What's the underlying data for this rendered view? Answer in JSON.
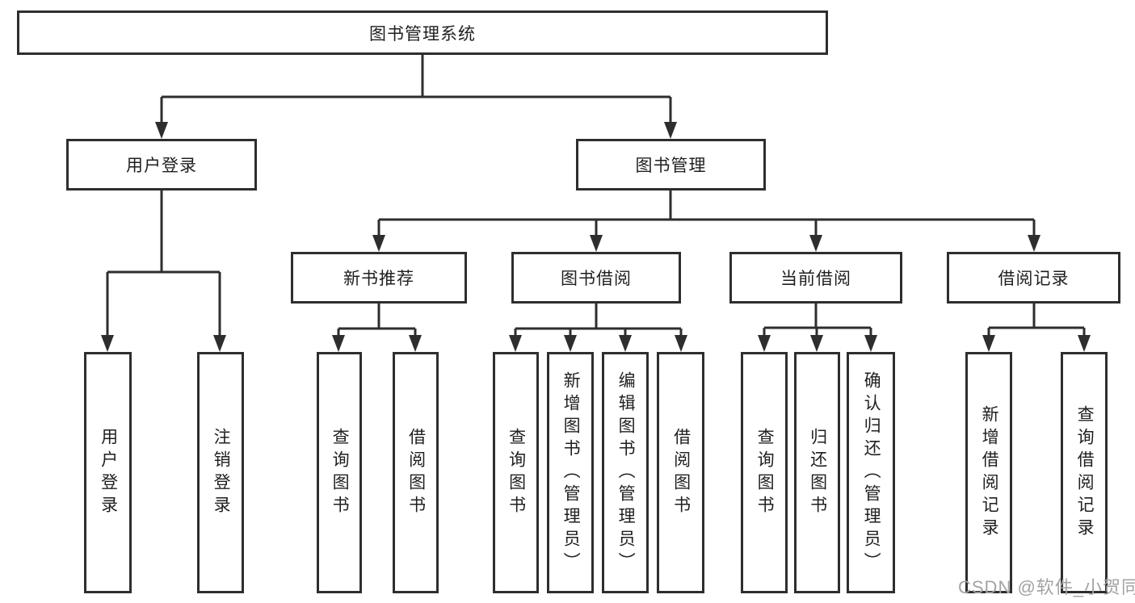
{
  "tree": {
    "label": "图书管理系统",
    "children": [
      {
        "label": "用户登录",
        "children": [
          {
            "label": "用户登录"
          },
          {
            "label": "注销登录"
          }
        ]
      },
      {
        "label": "图书管理",
        "children": [
          {
            "label": "新书推荐",
            "children": [
              {
                "label": "查询图书"
              },
              {
                "label": "借阅图书"
              }
            ]
          },
          {
            "label": "图书借阅",
            "children": [
              {
                "label": "查询图书"
              },
              {
                "label": "新增图书（管理员）"
              },
              {
                "label": "编辑图书（管理员）"
              },
              {
                "label": "借阅图书"
              }
            ]
          },
          {
            "label": "当前借阅",
            "children": [
              {
                "label": "查询图书"
              },
              {
                "label": "归还图书"
              },
              {
                "label": "确认归还（管理员）"
              }
            ]
          },
          {
            "label": "借阅记录",
            "children": [
              {
                "label": "新增借阅记录"
              },
              {
                "label": "查询借阅记录"
              }
            ]
          }
        ]
      }
    ]
  },
  "watermark": {
    "text": "CSDN @软件_小贺同学"
  },
  "colors": {
    "line": "#2e2e2e",
    "text": "#1f1f1f",
    "background": "#ffffff",
    "watermark": "#a3a3a3"
  }
}
